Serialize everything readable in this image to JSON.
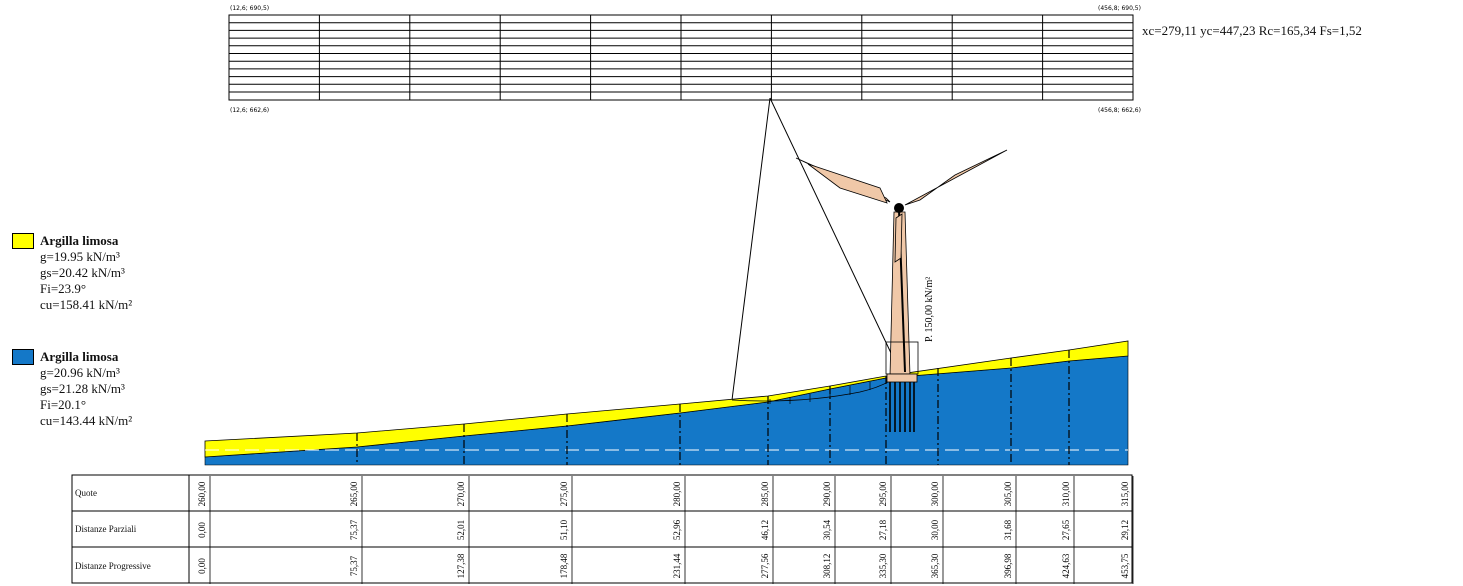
{
  "result": "xc=279,11 yc=447,23 Rc=165,34 Fs=1,52",
  "grid_corners": {
    "top_left": "(12,6; 690,5)",
    "top_right": "(456,8; 690,5)",
    "bottom_left": "(12,6; 662,6)",
    "bottom_right": "(456,8; 662,6)"
  },
  "load_label": "P. 150,00 kN/m²",
  "materials": [
    {
      "name": "Argilla limosa",
      "color": "#ffff00",
      "props": [
        "g=19.95 kN/m³",
        "gs=20.42 kN/m³",
        "Fi=23.9°",
        "cu=158.41 kN/m²"
      ]
    },
    {
      "name": "Argilla limosa",
      "color": "#1478c8",
      "props": [
        "g=20.96 kN/m³",
        "gs=21.28 kN/m³",
        "Fi=20.1°",
        "cu=143.44 kN/m²"
      ]
    }
  ],
  "table": {
    "row_labels": [
      "Quote",
      "Distanze Parziali",
      "Distanze Progressive"
    ],
    "quote": [
      "260,00",
      "265,00",
      "270,00",
      "275,00",
      "280,00",
      "285,00",
      "290,00",
      "295,00",
      "300,00",
      "305,00",
      "310,00",
      "315,00"
    ],
    "parziali": [
      "0,00",
      "75,37",
      "52,01",
      "51,10",
      "52,96",
      "46,12",
      "30,54",
      "27,18",
      "30,00",
      "31,68",
      "27,65",
      "29,12"
    ],
    "progressive": [
      "0,00",
      "75,37",
      "127,38",
      "178,48",
      "231,44",
      "277,56",
      "308,12",
      "335,30",
      "365,30",
      "396,98",
      "424,63",
      "453,75"
    ]
  }
}
